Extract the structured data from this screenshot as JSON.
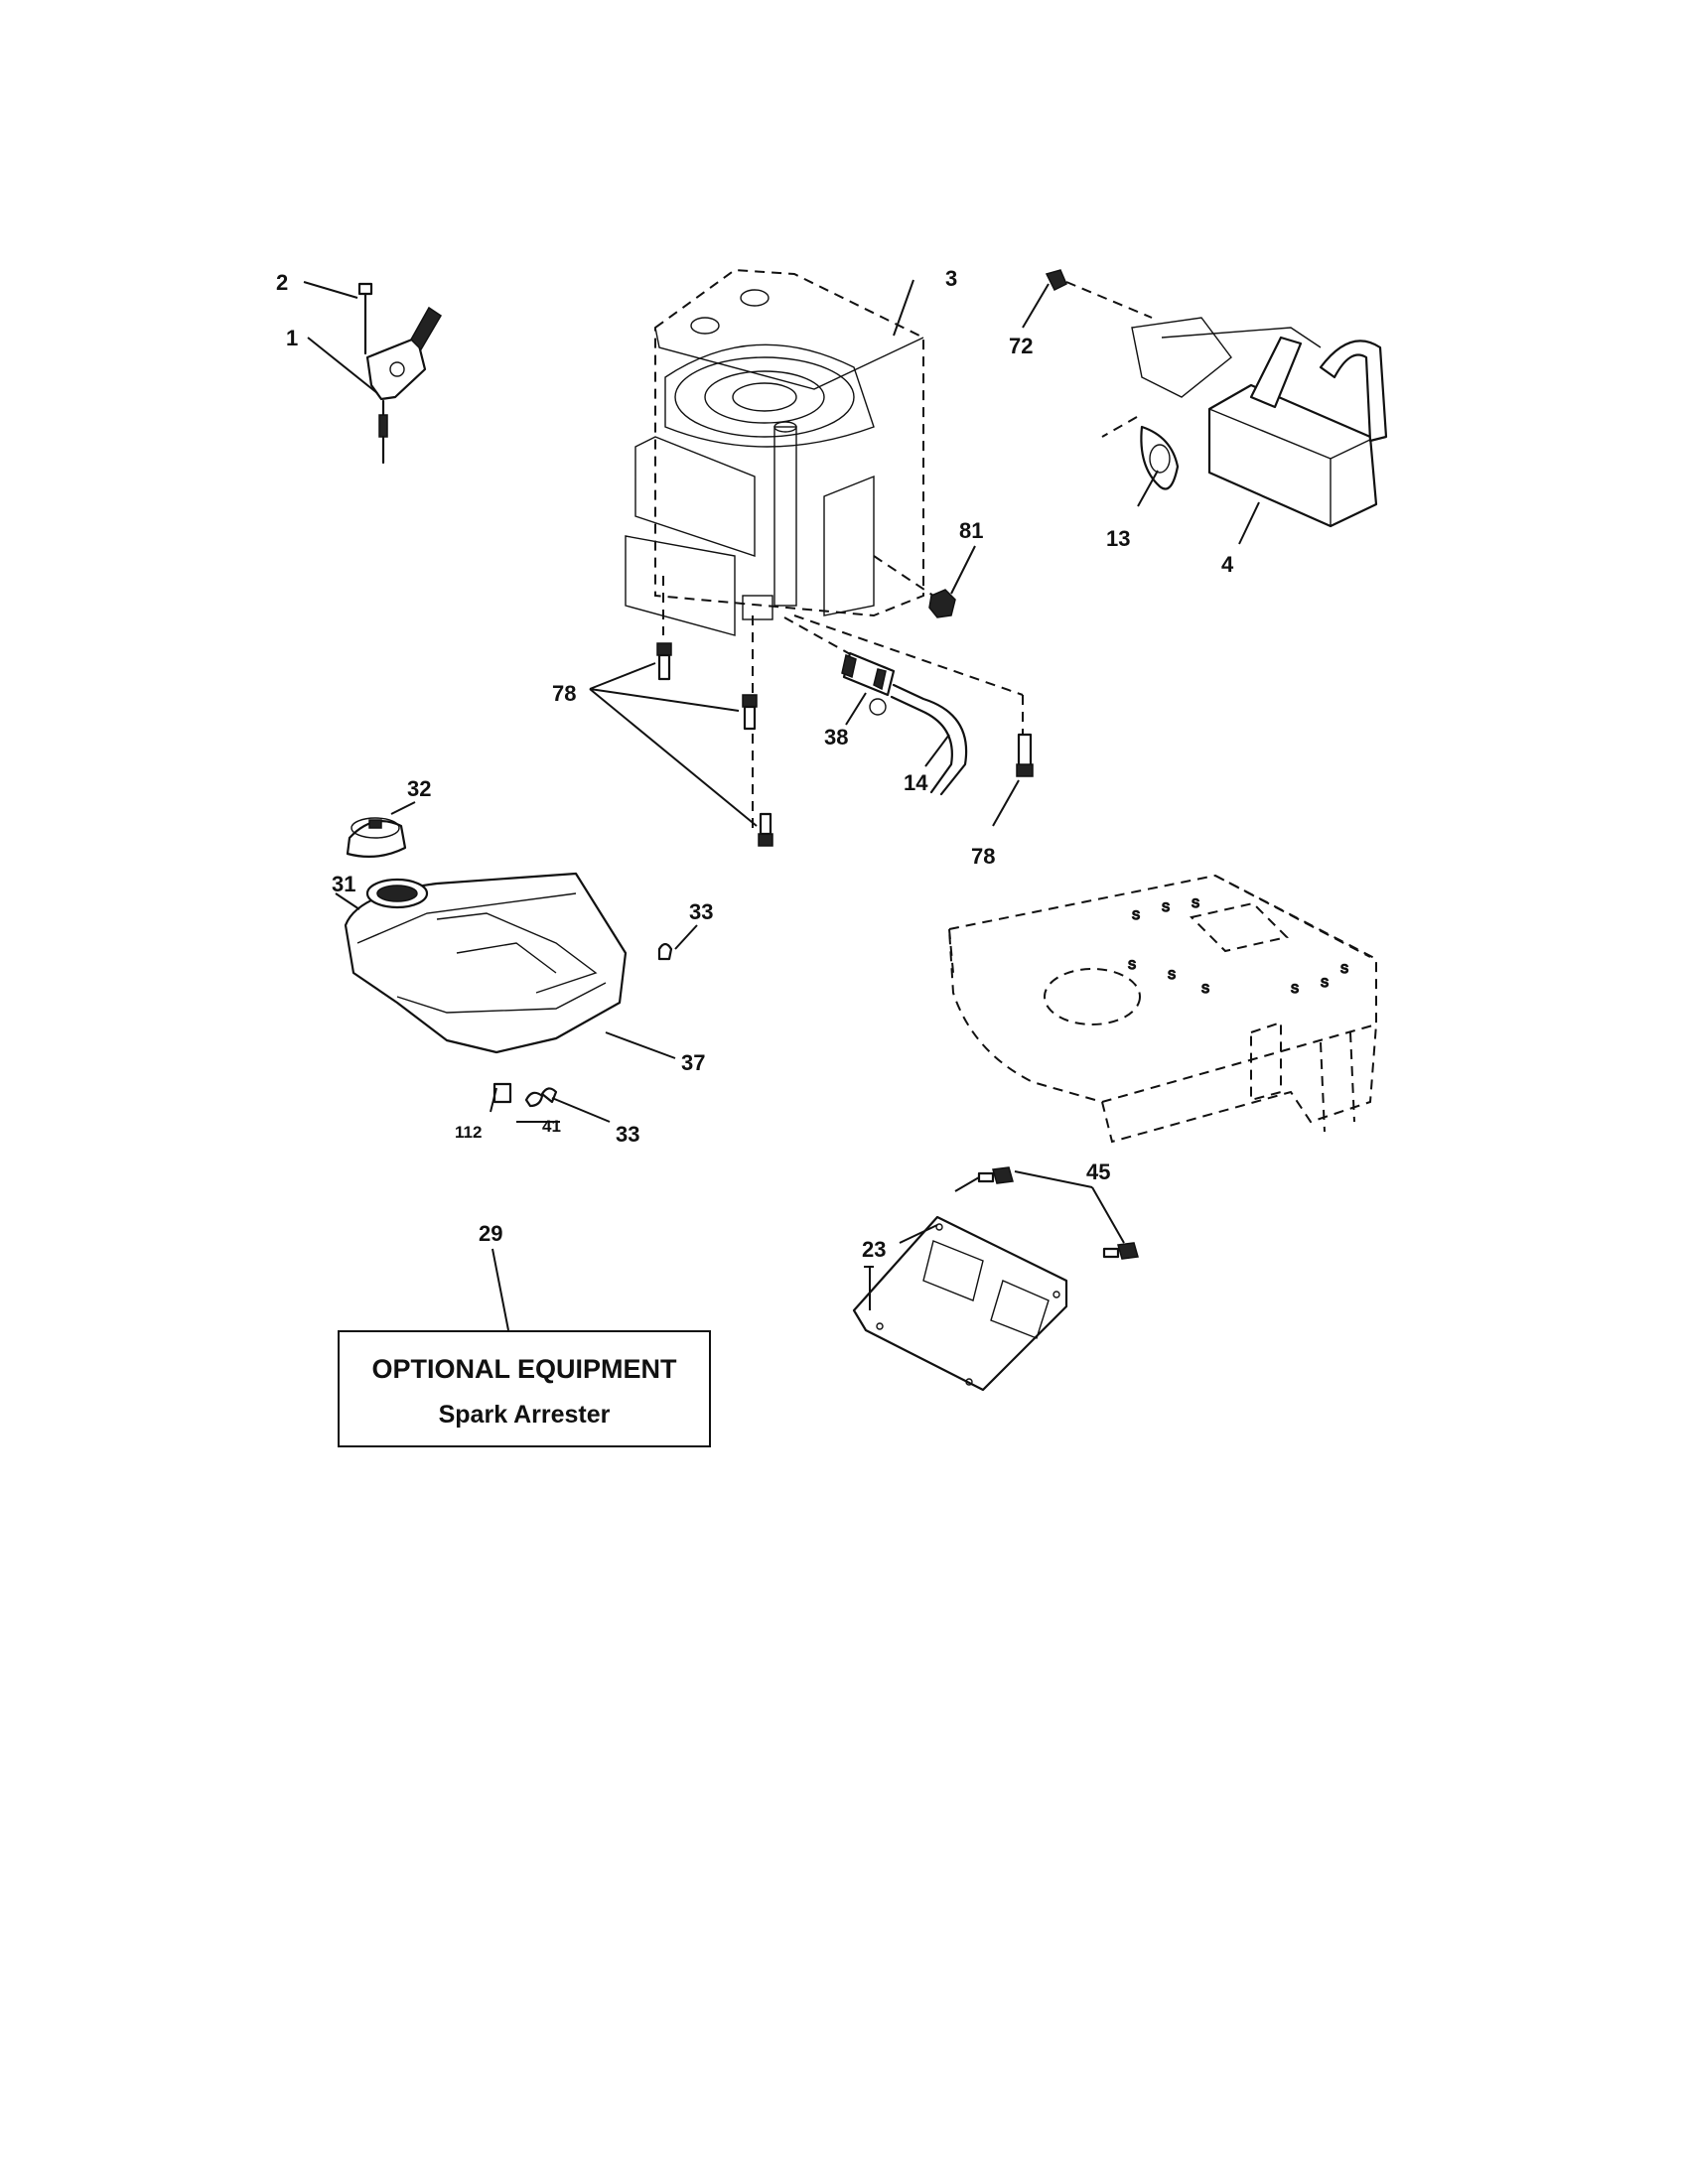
{
  "callouts": {
    "c1": "1",
    "c2": "2",
    "c3": "3",
    "c4": "4",
    "c13": "13",
    "c14": "14",
    "c23": "23",
    "c29": "29",
    "c31": "31",
    "c32": "32",
    "c33a": "33",
    "c33b": "33",
    "c37": "37",
    "c38": "38",
    "c41": "41",
    "c45": "45",
    "c72": "72",
    "c78a": "78",
    "c78b": "78",
    "c81": "81",
    "c112": "112"
  },
  "optional_box": {
    "title": "OPTIONAL EQUIPMENT",
    "subtitle": "Spark Arrester"
  }
}
